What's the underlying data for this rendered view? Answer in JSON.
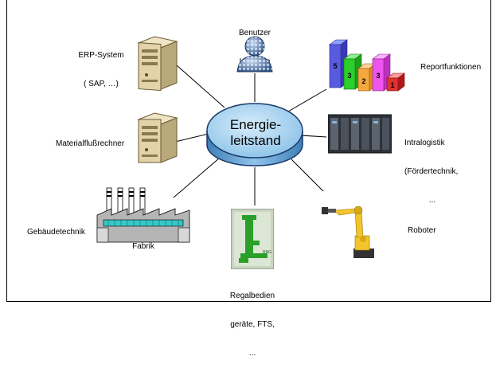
{
  "hub": {
    "line1": "Energie-",
    "line2": "leitstand"
  },
  "nodes": {
    "benutzer": {
      "line1": "Benutzer",
      "line2": "Interface"
    },
    "erp": {
      "line1": "ERP-System",
      "line2": "( SAP, …)"
    },
    "report": {
      "label": "Reportfunktionen",
      "bars": [
        "5",
        "3",
        "2",
        "3",
        "1"
      ]
    },
    "materialfluss": {
      "label": "Materialflußrechner"
    },
    "intralogistik": {
      "line1": "Intralogistik",
      "line2": "(Fördertechnik,",
      "line3": "..."
    },
    "gebaeude": {
      "label": "Gebäudetechnik",
      "sub": "Fabrik"
    },
    "regal": {
      "line1": "Regalbedien",
      "line2": "geräte, FTS,",
      "line3": "...",
      "badge": "RNG"
    },
    "roboter": {
      "label": "Roboter"
    }
  },
  "colors": {
    "hub_fill": "#99ccee",
    "hub_edge": "#1a3a6a",
    "line": "#000000"
  }
}
